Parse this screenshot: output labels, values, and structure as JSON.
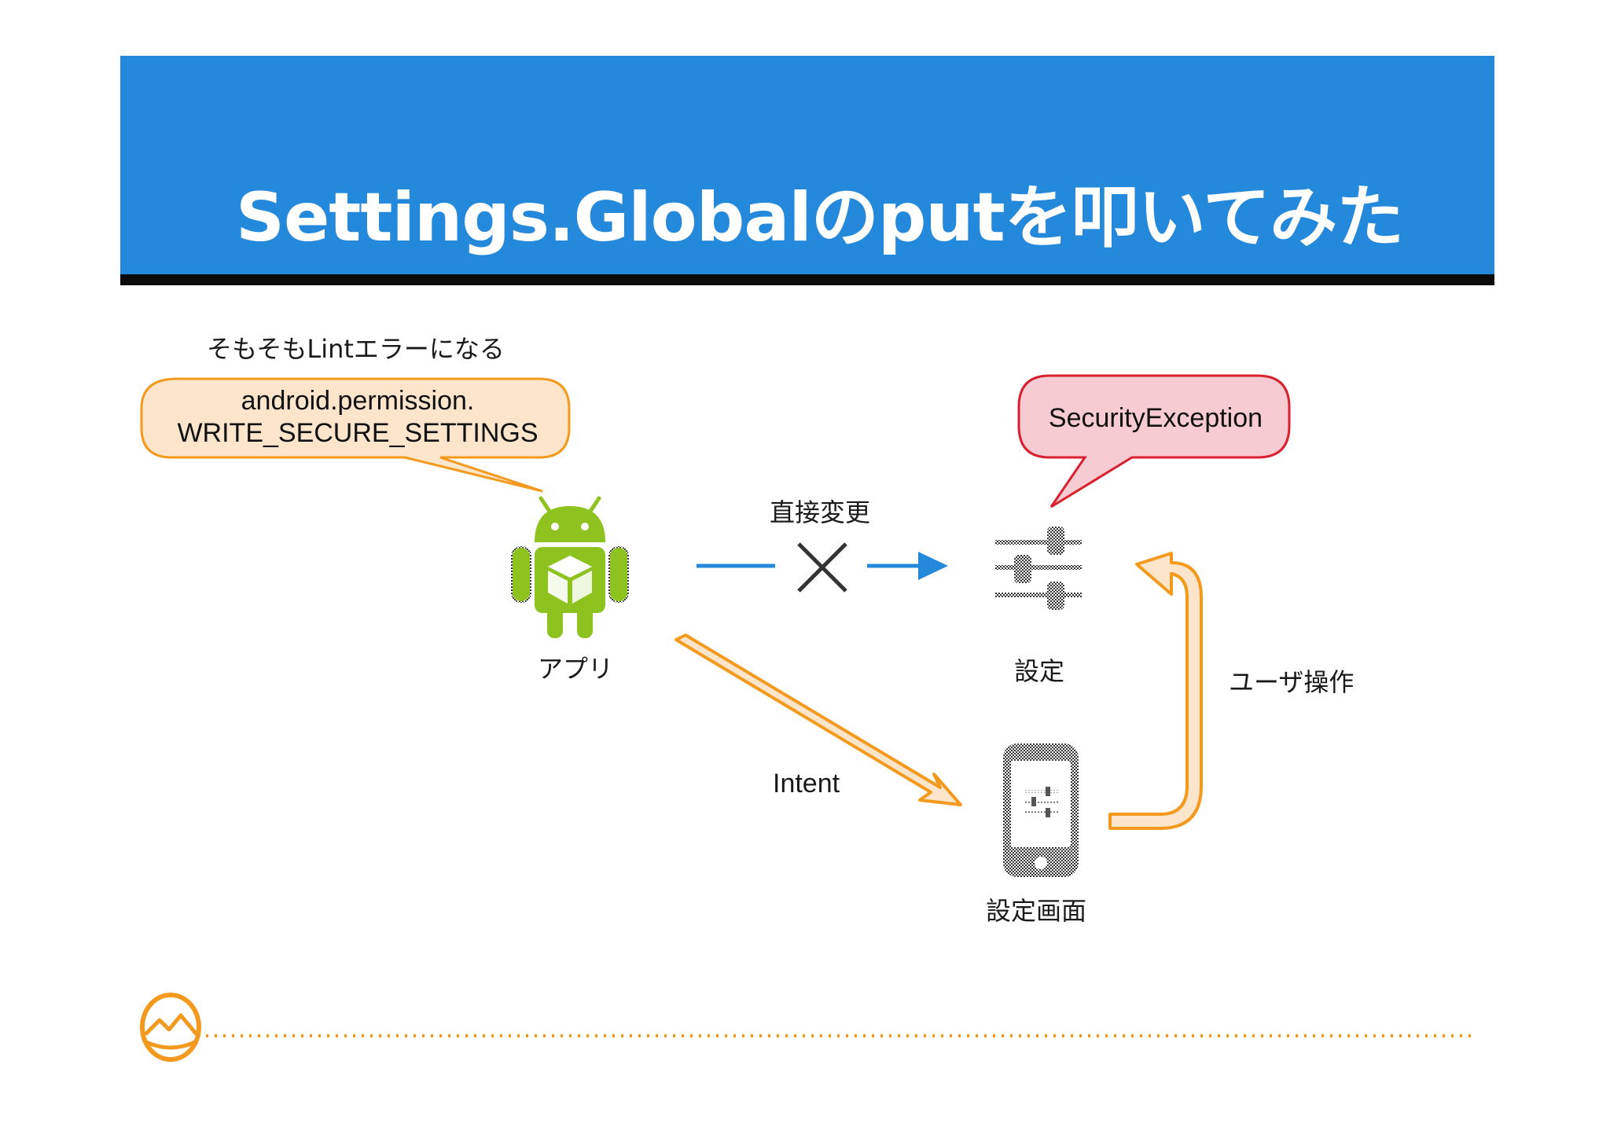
{
  "slide": {
    "title": "Settings.Globalのputを叩いてみた"
  },
  "diagram": {
    "lint_note": "そもそもLintエラーになる",
    "permission_bubble": {
      "line1": "android.permission.",
      "line2": "WRITE_SECURE_SETTINGS"
    },
    "exception_bubble": "SecurityException",
    "app_label": "アプリ",
    "direct_change_label": "直接変更",
    "settings_label": "設定",
    "user_operation_label": "ユーザ操作",
    "intent_label": "Intent",
    "settings_screen_label": "設定画面"
  },
  "colors": {
    "banner": "#2589db",
    "banner_rule": "#0b0b0b",
    "bubble_orange_fill": "#fde5cc",
    "bubble_orange_stroke": "#f39a1e",
    "bubble_red_fill": "#f6cbd2",
    "bubble_red_stroke": "#d9202e",
    "arrow_blue": "#2589db",
    "arrow_orange_fill": "#fde5cc",
    "arrow_orange_stroke": "#f39a1e",
    "android_green": "#8dc21f"
  },
  "icons": {
    "app": "android-robot-icon",
    "settings": "sliders-icon",
    "phone": "phone-settings-icon",
    "blocked": "cross-icon",
    "logo": "egg-logo-icon"
  }
}
